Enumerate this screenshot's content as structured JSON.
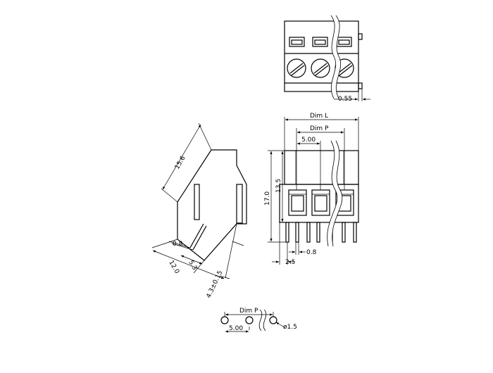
{
  "dimensions": {
    "top_pitch_offset": "0.55",
    "overall_length": "Dim  L",
    "pitch": "Dim  P",
    "pitch_value": "5.00",
    "height_body": "13.5",
    "height_total": "17.0",
    "pin_width": "0.8",
    "pin_edge": "2.5",
    "side_diagonal": "15.6",
    "side_pin_width": "0.8",
    "side_depth_a": "5.3",
    "side_depth_b": "12.0",
    "side_pin_length": "4.3±0.15",
    "footprint_pitch": "Dim  P",
    "footprint_pitch_value": "5.00",
    "hole_diameter": "ø1.5"
  }
}
